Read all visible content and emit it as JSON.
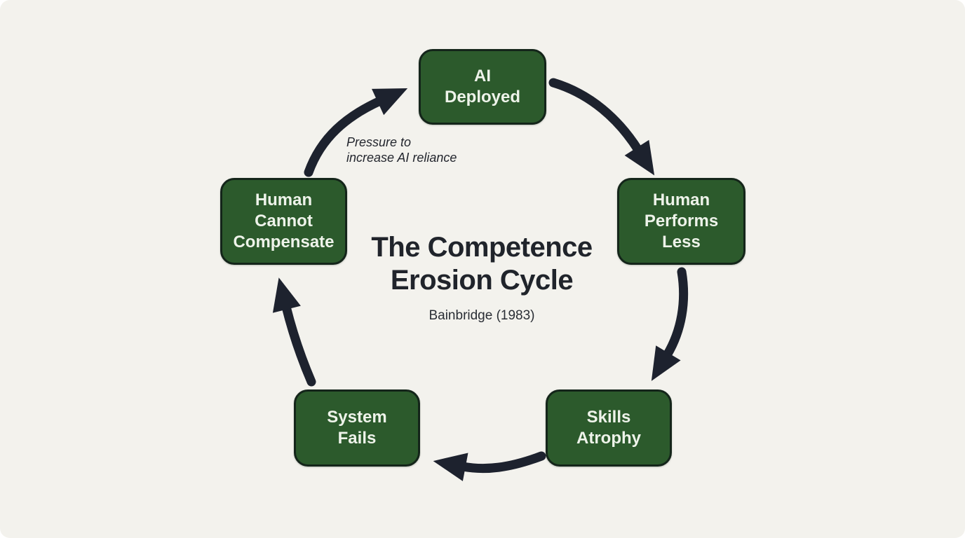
{
  "diagram": {
    "title": "The Competence Erosion Cycle",
    "subtitle": "Bainbridge (1983)",
    "annotation": "Pressure to\nincrease AI reliance",
    "nodes": [
      {
        "id": "ai-deployed",
        "label": "AI\nDeployed"
      },
      {
        "id": "human-performs-less",
        "label": "Human\nPerforms\nLess"
      },
      {
        "id": "skills-atrophy",
        "label": "Skills\nAtrophy"
      },
      {
        "id": "system-fails",
        "label": "System\nFails"
      },
      {
        "id": "human-cannot-compensate",
        "label": "Human\nCannot\nCompensate"
      }
    ],
    "edges": [
      {
        "from": "ai-deployed",
        "to": "human-performs-less"
      },
      {
        "from": "human-performs-less",
        "to": "skills-atrophy"
      },
      {
        "from": "skills-atrophy",
        "to": "system-fails"
      },
      {
        "from": "system-fails",
        "to": "human-cannot-compensate"
      },
      {
        "from": "human-cannot-compensate",
        "to": "ai-deployed",
        "label": "Pressure to increase AI reliance"
      }
    ],
    "colors": {
      "background": "#f3f2ed",
      "node_fill": "#2c5a2c",
      "node_border": "#14251a",
      "node_text": "#eef3ea",
      "arrow": "#1d222e",
      "title_text": "#20242b"
    }
  }
}
